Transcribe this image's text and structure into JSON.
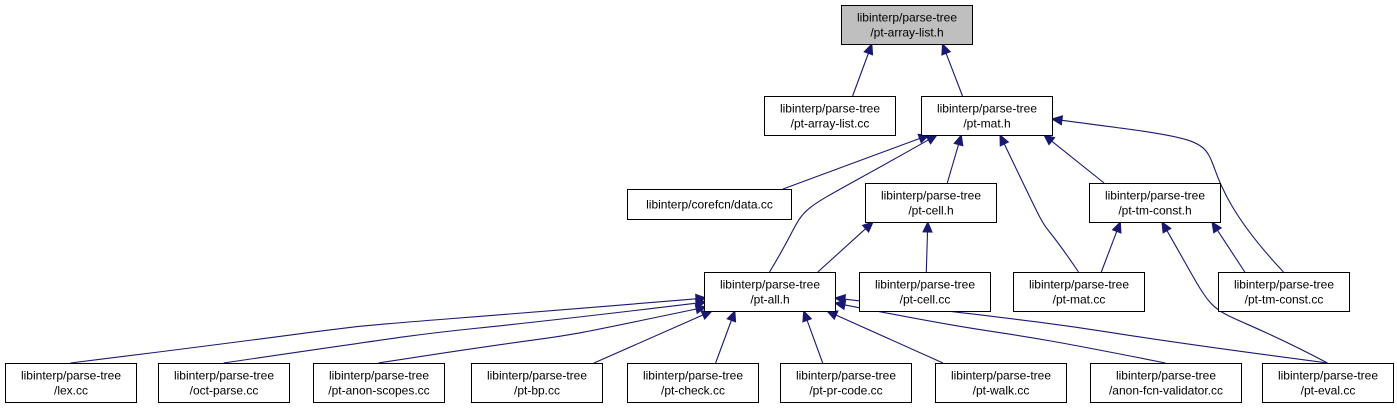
{
  "graph": {
    "colors": {
      "edge": "#191970",
      "root_fill": "#bfbfbf",
      "node_fill": "#ffffff",
      "border": "#000000"
    },
    "nodes": [
      {
        "id": "root",
        "lines": [
          "libinterp/parse-tree",
          "/pt-array-list.h"
        ],
        "highlight": true
      },
      {
        "id": "pt-array-list-cc",
        "lines": [
          "libinterp/parse-tree",
          "/pt-array-list.cc"
        ]
      },
      {
        "id": "pt-mat-h",
        "lines": [
          "libinterp/parse-tree",
          "/pt-mat.h"
        ]
      },
      {
        "id": "data-cc",
        "lines": [
          "libinterp/corefcn/data.cc"
        ]
      },
      {
        "id": "pt-cell-h",
        "lines": [
          "libinterp/parse-tree",
          "/pt-cell.h"
        ]
      },
      {
        "id": "pt-tm-const-h",
        "lines": [
          "libinterp/parse-tree",
          "/pt-tm-const.h"
        ]
      },
      {
        "id": "pt-all-h",
        "lines": [
          "libinterp/parse-tree",
          "/pt-all.h"
        ]
      },
      {
        "id": "pt-cell-cc",
        "lines": [
          "libinterp/parse-tree",
          "/pt-cell.cc"
        ]
      },
      {
        "id": "pt-mat-cc",
        "lines": [
          "libinterp/parse-tree",
          "/pt-mat.cc"
        ]
      },
      {
        "id": "pt-tm-const-cc",
        "lines": [
          "libinterp/parse-tree",
          "/pt-tm-const.cc"
        ]
      },
      {
        "id": "lex-cc",
        "lines": [
          "libinterp/parse-tree",
          "/lex.cc"
        ]
      },
      {
        "id": "oct-parse-cc",
        "lines": [
          "libinterp/parse-tree",
          "/oct-parse.cc"
        ]
      },
      {
        "id": "pt-anon-scopes-cc",
        "lines": [
          "libinterp/parse-tree",
          "/pt-anon-scopes.cc"
        ]
      },
      {
        "id": "pt-bp-cc",
        "lines": [
          "libinterp/parse-tree",
          "/pt-bp.cc"
        ]
      },
      {
        "id": "pt-check-cc",
        "lines": [
          "libinterp/parse-tree",
          "/pt-check.cc"
        ]
      },
      {
        "id": "pt-pr-code-cc",
        "lines": [
          "libinterp/parse-tree",
          "/pt-pr-code.cc"
        ]
      },
      {
        "id": "pt-walk-cc",
        "lines": [
          "libinterp/parse-tree",
          "/pt-walk.cc"
        ]
      },
      {
        "id": "anon-fcn-validator-cc",
        "lines": [
          "libinterp/parse-tree",
          "/anon-fcn-validator.cc"
        ]
      },
      {
        "id": "pt-eval-cc",
        "lines": [
          "libinterp/parse-tree",
          "/pt-eval.cc"
        ]
      }
    ],
    "edges": [
      {
        "from": "pt-array-list-cc",
        "to": "root"
      },
      {
        "from": "pt-mat-h",
        "to": "root"
      },
      {
        "from": "data-cc",
        "to": "pt-mat-h"
      },
      {
        "from": "pt-all-h",
        "to": "pt-mat-h"
      },
      {
        "from": "pt-cell-h",
        "to": "pt-mat-h"
      },
      {
        "from": "pt-mat-cc",
        "to": "pt-mat-h"
      },
      {
        "from": "pt-tm-const-h",
        "to": "pt-mat-h"
      },
      {
        "from": "pt-tm-const-cc",
        "to": "pt-mat-h"
      },
      {
        "from": "pt-all-h",
        "to": "pt-cell-h"
      },
      {
        "from": "pt-cell-cc",
        "to": "pt-cell-h"
      },
      {
        "from": "pt-mat-cc",
        "to": "pt-tm-const-h"
      },
      {
        "from": "pt-tm-const-cc",
        "to": "pt-tm-const-h"
      },
      {
        "from": "pt-eval-cc",
        "to": "pt-tm-const-h"
      },
      {
        "from": "lex-cc",
        "to": "pt-all-h"
      },
      {
        "from": "oct-parse-cc",
        "to": "pt-all-h"
      },
      {
        "from": "pt-anon-scopes-cc",
        "to": "pt-all-h"
      },
      {
        "from": "pt-bp-cc",
        "to": "pt-all-h"
      },
      {
        "from": "pt-check-cc",
        "to": "pt-all-h"
      },
      {
        "from": "pt-pr-code-cc",
        "to": "pt-all-h"
      },
      {
        "from": "pt-walk-cc",
        "to": "pt-all-h"
      },
      {
        "from": "anon-fcn-validator-cc",
        "to": "pt-all-h"
      },
      {
        "from": "pt-eval-cc",
        "to": "pt-all-h"
      }
    ]
  }
}
